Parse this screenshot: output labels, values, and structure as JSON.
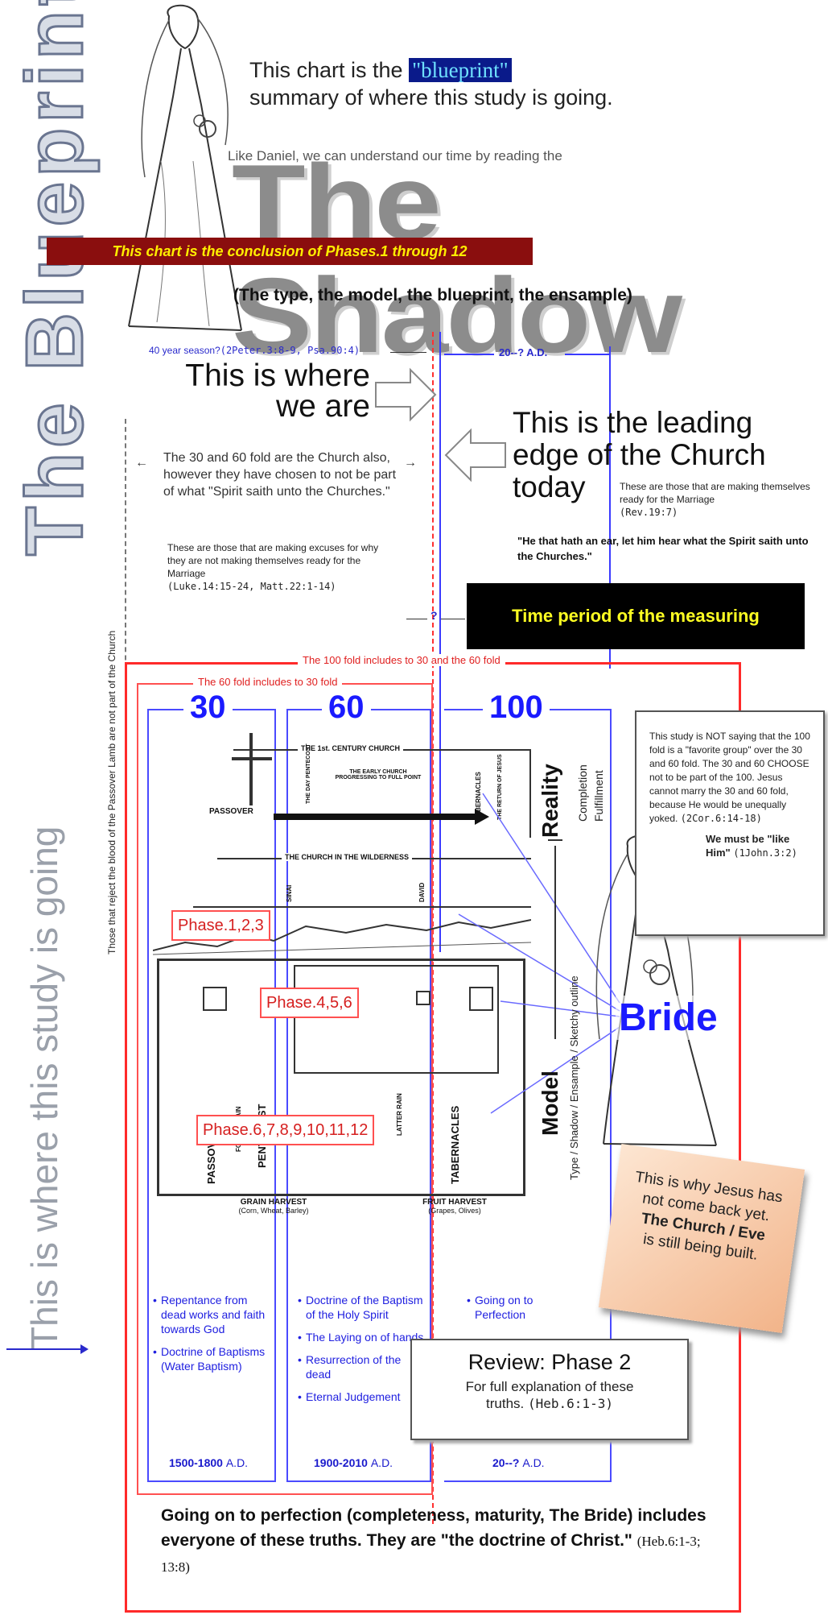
{
  "header": {
    "intro_line1": "This chart is the ",
    "intro_highlight": "\"blueprint\"",
    "intro_line2": "summary of where this study is going.",
    "daniel_line": "Like Daniel, we can understand our time by reading the",
    "shadow_title": "The Shadow",
    "conclusion_banner": "This chart is the conclusion of Phases.1 through 12",
    "subtitle": "(The type, the model, the blueprint, the ensample)"
  },
  "side": {
    "blueprint_vertical": "The Blueprint",
    "where_vertical": "This is where this study is going",
    "reject_vertical": "Those that reject the blood of the Passover Lamb are not part of the Church"
  },
  "timeline": {
    "season_label": "40 year season?",
    "season_ref": "(2Peter.3:8-9, Psa.90:4)",
    "ad_label": "20--? A.D.",
    "where_we_are_1": "This is where",
    "where_we_are_2": "we are",
    "leading_edge_1": "This is the leading",
    "leading_edge_2": "edge of the Church",
    "leading_edge_3": "today",
    "ready_text": "These are those that are making themselves ready for the Marriage",
    "ready_ref": "(Rev.19:7)",
    "ear_text": "\"He that hath an ear, let him hear what the Spirit saith unto the Churches.\"",
    "thirty_sixty_text": "The 30 and 60 fold are the Church also, however they have chosen to not be part of what \"Spirit saith unto the Churches.\"",
    "excuses_text": "These are those that are making excuses for why they are not making themselves ready for the Marriage",
    "excuses_ref": "(Luke.14:15-24, Matt.22:1-14)",
    "question_mark": "?",
    "measuring_box": "Time period of the measuring"
  },
  "folds": {
    "hundred_includes": "The 100 fold includes to 30 and the 60 fold",
    "sixty_includes": "The 60 fold includes to 30 fold",
    "thirty": "30",
    "sixty": "60",
    "hundred": "100"
  },
  "sketch": {
    "first_century": "THE 1st. CENTURY CHURCH",
    "day_pentecost": "THE DAY PENTECOST",
    "early_church": "THE EARLY CHURCH PROGRESSING TO FULL POINT",
    "tabernacles_top": "TABERNACLES",
    "return_jesus": "THE RETURN OF JESUS",
    "passover_top": "PASSOVER",
    "wilderness": "THE CHURCH IN THE WILDERNESS",
    "sinai": "SINAI",
    "david": "DAVID",
    "passover_big": "PASSOVER",
    "former_rain": "FORMER RAIN",
    "pentecost_big": "PENTECOST",
    "latter_rain": "LATTER RAIN",
    "tabernacles_big": "TABERNACLES",
    "grain_harvest": "GRAIN  HARVEST",
    "grain_sub": "(Corn, Wheat, Barley)",
    "fruit_harvest": "FRUIT  HARVEST",
    "fruit_sub": "(Grapes, Olives)"
  },
  "phases": {
    "p1": "Phase.1,2,3",
    "p4": "Phase.4,5,6",
    "p6": "Phase.6,7,8,9,10,11,12"
  },
  "right": {
    "reality": "Reality",
    "completion": "Completion",
    "fulfillment": "Fulfillment",
    "model": "Model",
    "model_sub": "Type / Shadow / Ensample / Sketchy outline",
    "bride": "Bride",
    "not_saying": "This study is NOT saying that the 100 fold is a \"favorite group\" over the 30 and 60 fold. The 30 and 60 CHOOSE not to be part of the 100. Jesus cannot marry the 30 and 60 fold, because He would be unequally yoked.",
    "not_saying_ref": "(2Cor.6:14-18)",
    "like_him": "We must be \"like Him\"",
    "like_him_ref": "(1John.3:2)",
    "note_1": "This is why Jesus has not come back yet.",
    "note_2": "The Church / Eve",
    "note_3": "is still being built."
  },
  "doctrines": {
    "col30": [
      "Repentance from dead works and faith towards God",
      "Doctrine of Baptisms (Water Baptism)"
    ],
    "col60": [
      "Doctrine of the Baptism of the Holy Spirit",
      "The Laying on of hands",
      "Resurrection of the dead",
      "Eternal Judgement"
    ],
    "col100": [
      "Going on to Perfection"
    ]
  },
  "review": {
    "title": "Review: Phase 2",
    "text": "For full explanation of these truths.",
    "ref": "(Heb.6:1-3)"
  },
  "years": {
    "y30": "1500-1800",
    "y60": "1900-2010",
    "y100": "20--?",
    "ad": "A.D."
  },
  "footer": {
    "text": "Going on to perfection (completeness, maturity, The Bride) includes everyone of these truths. They are \"the doctrine of Christ.\"",
    "ref": "(Heb.6:1-3; 13:8)"
  }
}
